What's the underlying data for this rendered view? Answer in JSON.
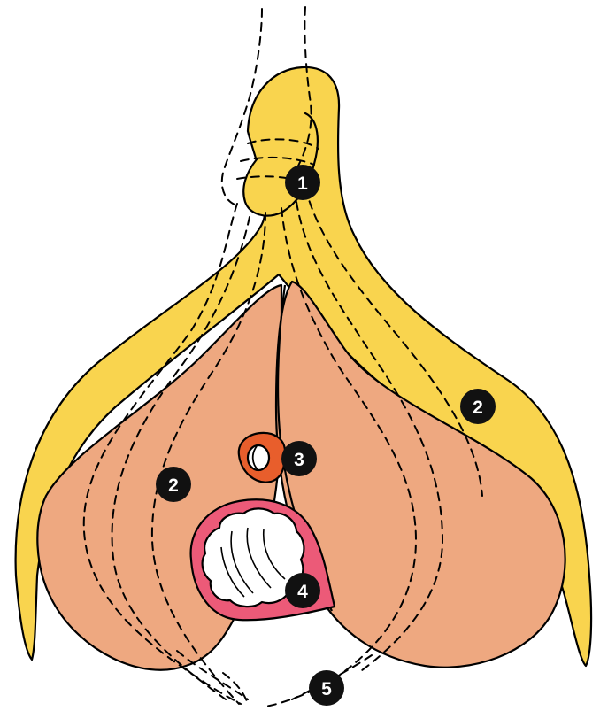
{
  "colors": {
    "clitoris_yellow": "#F9D44E",
    "bulb_peach": "#EEA880",
    "urethra_orange": "#E85E2C",
    "vagina_pink": "#EC5A78",
    "marker_fill": "#111111",
    "marker_text": "#FFFFFF",
    "line": "#000000",
    "background": "#FFFFFF"
  },
  "markers": [
    {
      "id": "m1",
      "label": "1"
    },
    {
      "id": "m2-right",
      "label": "2"
    },
    {
      "id": "m2-left",
      "label": "2"
    },
    {
      "id": "m3",
      "label": "3"
    },
    {
      "id": "m4",
      "label": "4"
    },
    {
      "id": "m5",
      "label": "5"
    }
  ]
}
